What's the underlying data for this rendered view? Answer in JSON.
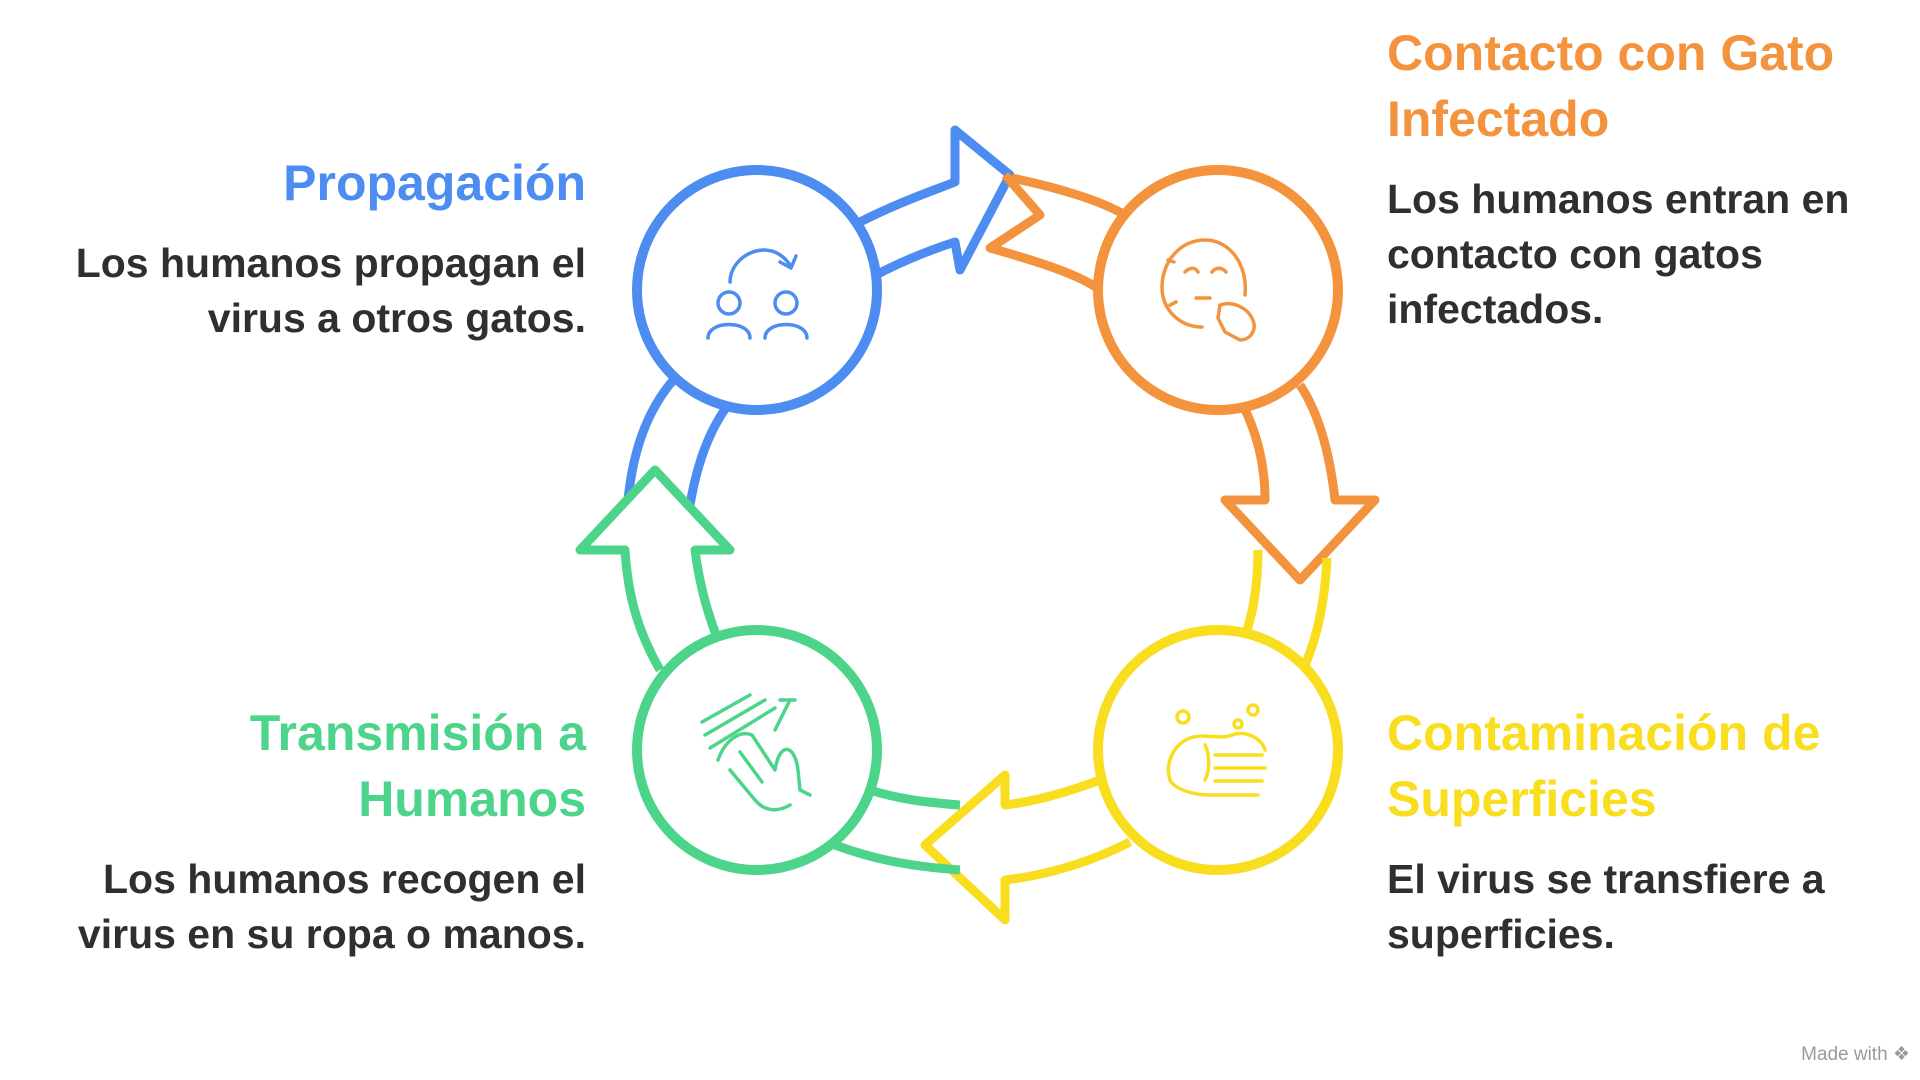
{
  "colors": {
    "blue": "#4d8cf0",
    "orange": "#f3933e",
    "yellow": "#f8de1e",
    "green": "#4dd48b",
    "text": "#2f2f2f"
  },
  "steps": [
    {
      "title": "Contacto con Gato Infectado",
      "description": "Los humanos entran en contacto con gatos infectados.",
      "icon": "sick-face-icon",
      "color": "#f3933e"
    },
    {
      "title": "Contaminación de Superficies",
      "description": "El virus se transfiere a superficies.",
      "icon": "washing-hands-icon",
      "color": "#f8de1e"
    },
    {
      "title": "Transmisión a Humanos",
      "description": "Los humanos recogen el virus en su ropa o manos.",
      "icon": "clapping-hands-icon",
      "color": "#4dd48b"
    },
    {
      "title": "Propagación",
      "description": "Los humanos propagan el virus a otros gatos.",
      "icon": "people-transfer-icon",
      "color": "#4d8cf0"
    }
  ],
  "watermark": "Made with"
}
